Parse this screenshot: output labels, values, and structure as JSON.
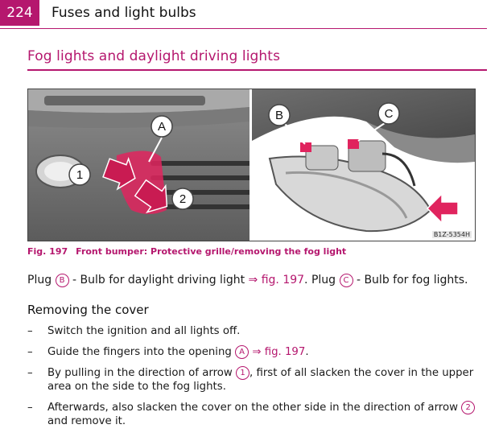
{
  "header": {
    "page_number": "224",
    "title": "Fuses and light bulbs"
  },
  "section_title": "Fog lights and daylight driving lights",
  "figure": {
    "labels": {
      "A": "A",
      "B": "B",
      "C": "C",
      "one": "1",
      "two": "2"
    },
    "code": "B1Z-5354H",
    "caption_number": "Fig. 197",
    "caption_text": "Front bumper: Protective grille/removing the fog light"
  },
  "intro": {
    "p1": "Plug ",
    "b": "B",
    "p2": " - Bulb for daylight driving light ",
    "ref": "⇒ fig. 197",
    "p3": ". Plug ",
    "c": "C",
    "p4": " - Bulb for fog lights."
  },
  "subheading": "Removing the cover",
  "steps": {
    "s1": "Switch the ignition and all lights off.",
    "s2a": "Guide the fingers into the opening ",
    "s2_marker": "A",
    "s2_ref": " ⇒ fig. 197",
    "s2b": ".",
    "s3a": "By pulling in the direction of arrow ",
    "s3_marker": "1",
    "s3b": ", first of all slacken the cover in the upper area on the side to the fog lights.",
    "s4a": "Afterwards, also slacken the cover on the other side in the direction of arrow ",
    "s4_marker": "2",
    "s4b": "and remove it.",
    "dash": "–"
  },
  "colors": {
    "accent": "#b5176e",
    "highlight": "#e0245e"
  }
}
